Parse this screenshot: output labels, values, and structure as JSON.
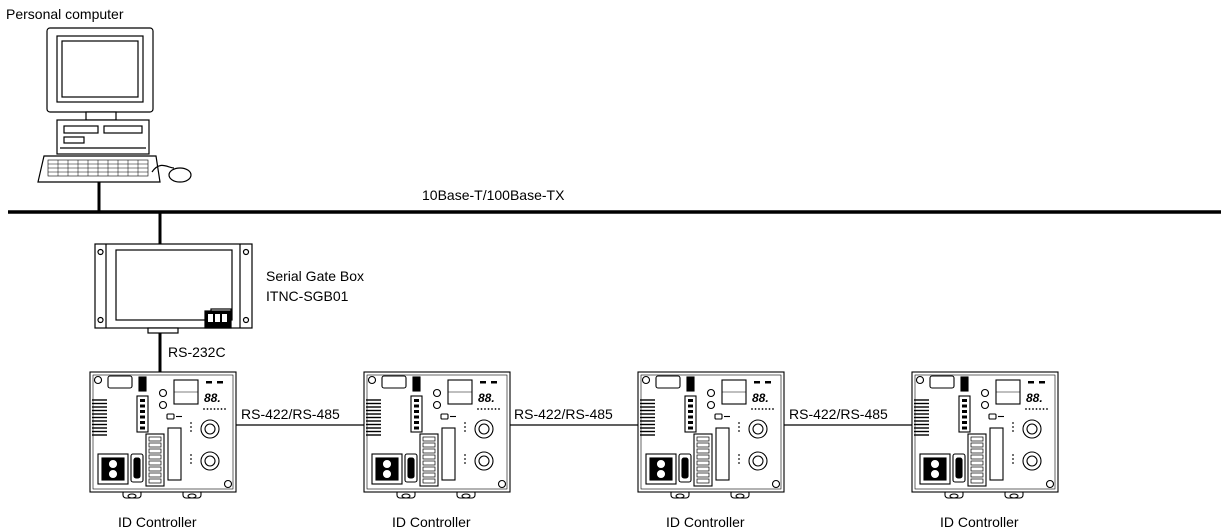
{
  "pc_label": "Personal computer",
  "network_label": "10Base-T/100Base-TX",
  "gateway": {
    "name": "Serial Gate Box",
    "model": "ITNC-SGB01"
  },
  "serial_link_label": "RS-232C",
  "bus_links": [
    "RS-422/RS-485",
    "RS-422/RS-485",
    "RS-422/RS-485"
  ],
  "controllers": [
    {
      "label": "ID Controller",
      "display": "88."
    },
    {
      "label": "ID Controller",
      "display": "88."
    },
    {
      "label": "ID Controller",
      "display": "88."
    },
    {
      "label": "ID Controller",
      "display": "88."
    }
  ]
}
